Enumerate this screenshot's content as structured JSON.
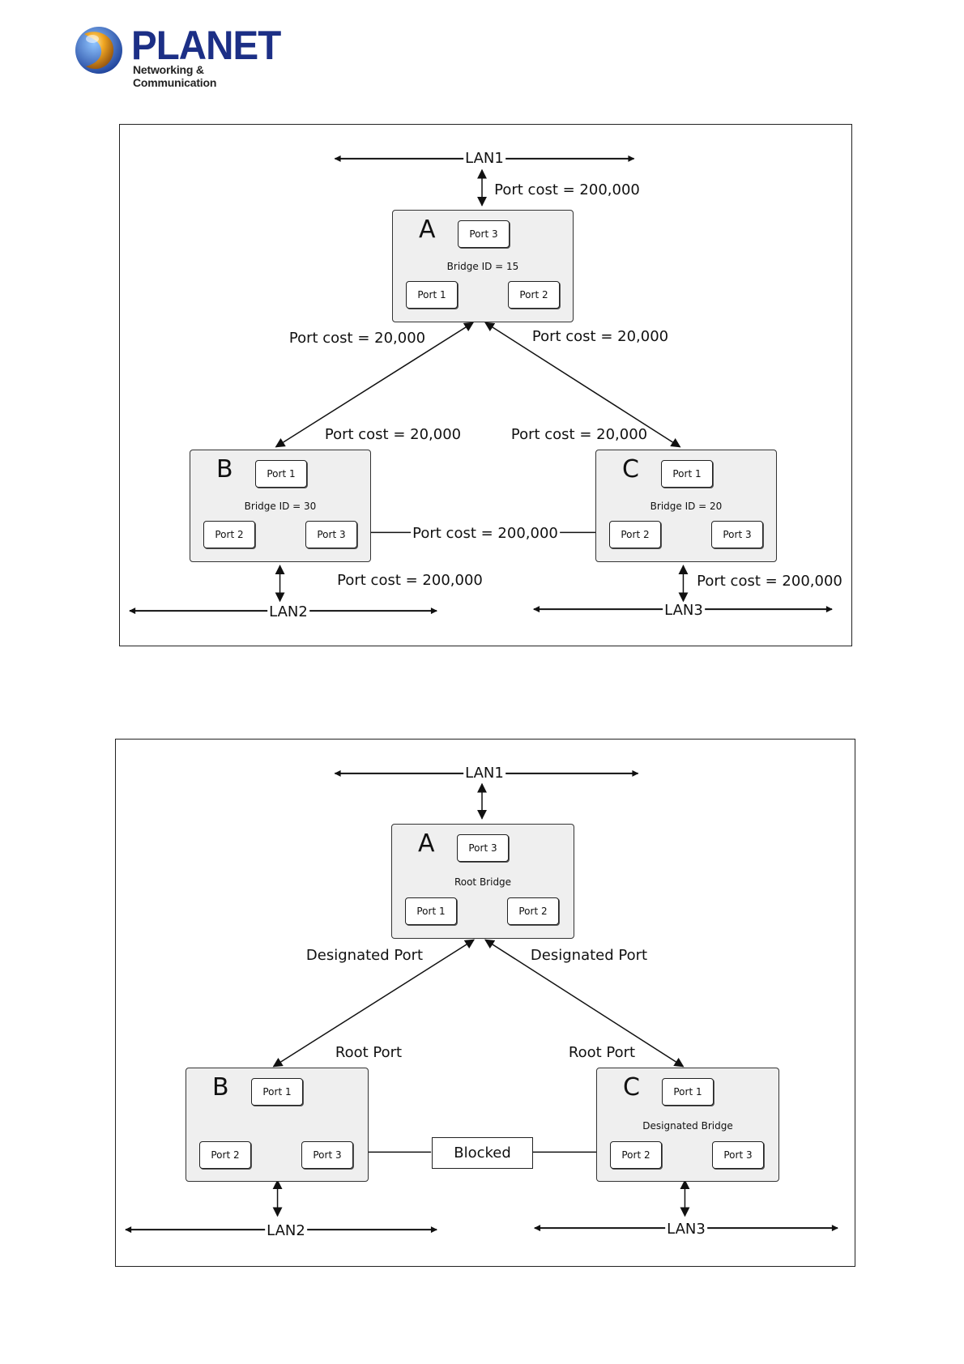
{
  "header": {
    "logo_word": "PLANET",
    "logo_tagline": "Networking & Communication"
  },
  "colors": {
    "brand": "#1c2f86",
    "bridge_fill": "#efefef",
    "line": "#111111"
  },
  "diagram1": {
    "lan1": "LAN1",
    "lan2": "LAN2",
    "lan3": "LAN3",
    "cost_lan1": "Port cost = 200,000",
    "cost_a_left": "Port cost = 20,000",
    "cost_a_right": "Port cost = 20,000",
    "cost_b_top": "Port cost = 20,000",
    "cost_c_top": "Port cost = 20,000",
    "cost_bc": "Port cost = 200,000",
    "cost_lan2": "Port cost = 200,000",
    "cost_lan3": "Port cost = 200,000",
    "bridge_a": {
      "letter": "A",
      "info": "Bridge ID = 15",
      "port_top": "Port 3",
      "port_left": "Port 1",
      "port_right": "Port 2"
    },
    "bridge_b": {
      "letter": "B",
      "info": "Bridge ID = 30",
      "port_top": "Port 1",
      "port_left": "Port 2",
      "port_right": "Port 3"
    },
    "bridge_c": {
      "letter": "C",
      "info": "Bridge ID = 20",
      "port_top": "Port 1",
      "port_left": "Port 2",
      "port_right": "Port 3"
    }
  },
  "diagram2": {
    "lan1": "LAN1",
    "lan2": "LAN2",
    "lan3": "LAN3",
    "designated_left": "Designated Port",
    "designated_right": "Designated Port",
    "root_port_b": "Root Port",
    "root_port_c": "Root Port",
    "blocked": "Blocked",
    "bridge_a": {
      "letter": "A",
      "info": "Root Bridge",
      "port_top": "Port 3",
      "port_left": "Port 1",
      "port_right": "Port 2"
    },
    "bridge_b": {
      "letter": "B",
      "info": "",
      "port_top": "Port 1",
      "port_left": "Port 2",
      "port_right": "Port 3"
    },
    "bridge_c": {
      "letter": "C",
      "info": "Designated Bridge",
      "port_top": "Port 1",
      "port_left": "Port 2",
      "port_right": "Port 3"
    }
  }
}
